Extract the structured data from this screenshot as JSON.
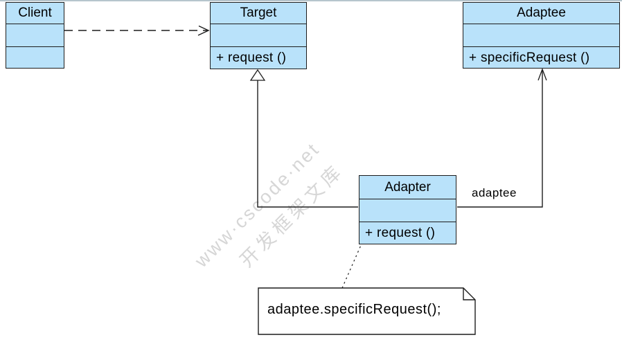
{
  "diagram_type": "uml-class-diagram-adapter-pattern",
  "classes": {
    "client": {
      "name": "Client",
      "attributes": [],
      "methods": []
    },
    "target": {
      "name": "Target",
      "attributes": [],
      "methods": [
        "+ request ()"
      ]
    },
    "adaptee": {
      "name": "Adaptee",
      "attributes": [],
      "methods": [
        "+ specificRequest ()"
      ]
    },
    "adapter": {
      "name": "Adapter",
      "attributes": [],
      "methods": [
        "+ request ()"
      ]
    }
  },
  "relations": {
    "client_to_target": {
      "type": "dependency",
      "style": "dashed-open-arrow"
    },
    "adapter_to_target": {
      "type": "generalization",
      "style": "solid-hollow-triangle"
    },
    "adapter_to_adaptee": {
      "type": "association",
      "style": "solid-open-arrow",
      "label": "adaptee"
    }
  },
  "note": {
    "text": "adaptee.specificRequest();"
  },
  "watermark": {
    "line1": "www·cscode·net",
    "line2": "开发框架文库"
  },
  "colors": {
    "class_fill": "#b9e2fa",
    "line": "#1c1c1c",
    "note_fill": "#ffffff",
    "watermark": "#d6d6d6",
    "top_rule": "#b6c5cd"
  }
}
